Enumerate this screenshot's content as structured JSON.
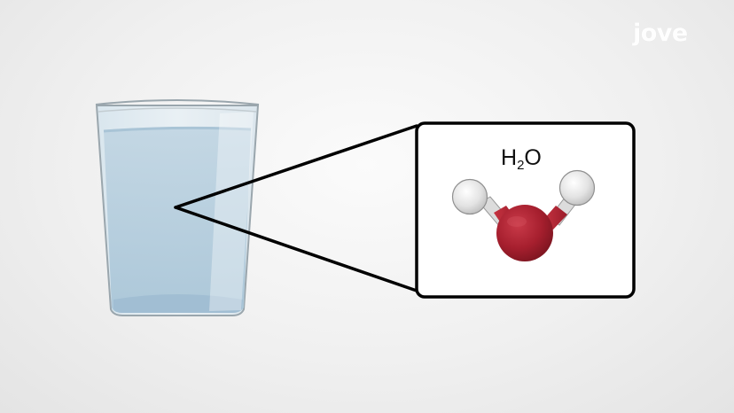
{
  "logo": {
    "text": "jove"
  },
  "formula": {
    "main": "H",
    "subscript": "2",
    "tail": "O"
  },
  "colors": {
    "oxygen": "#b0202f",
    "hydrogen": "#e6e6e6",
    "water": "#bcd2df",
    "outline": "#000000"
  },
  "icons": {
    "glass": "water-glass-icon",
    "molecule": "water-molecule-icon"
  }
}
